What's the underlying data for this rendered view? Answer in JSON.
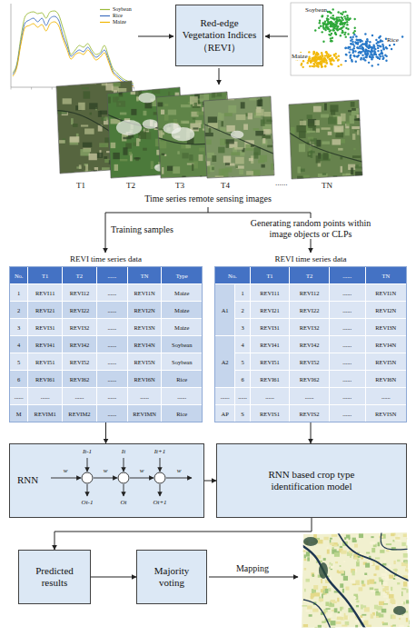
{
  "diagram": {
    "nodes": [
      {
        "text": [
          "Red-edge Vegetation Indices （REVI）"
        ]
      },
      {
        "text": [
          "REVI time series data",
          "No.",
          "T1",
          "T2",
          "......",
          "TN",
          "Type",
          "1",
          "REVI11",
          "REVI12",
          "......",
          "REVI1N",
          "Maize",
          "2",
          "REVI21",
          "REVI22",
          "......",
          "REVI2N",
          "Maize",
          "3",
          "REVI31",
          "REVI32",
          "......",
          "REVI3N",
          "Maize",
          "4",
          "REVI41",
          "REVI42",
          "......",
          "REVI4N",
          "Soybean",
          "5",
          "REVI51",
          "REVI52",
          "......",
          "REVI5N",
          "Soybean",
          "6",
          "REVI61",
          "REVI62",
          "......",
          "REVI6N",
          "Rice",
          "......",
          "......",
          "......",
          "......",
          "......",
          "......",
          "M",
          "REVIM1",
          "REVIM2",
          "......",
          "REVIMN",
          "Rice"
        ]
      },
      {
        "text": [
          "REVI time series data",
          "No.",
          "T1",
          "T2",
          "......",
          "TN",
          "A1",
          "1",
          "REVI11",
          "REVI12",
          "......",
          "REVI1N",
          "2",
          "REVI21",
          "REVI22",
          "......",
          "REVI2N",
          "3",
          "REVI31",
          "REVI32",
          "......",
          "REVI3N",
          "A2",
          "4",
          "REVI41",
          "REVI42",
          "......",
          "REVI4N",
          "5",
          "REVI51",
          "REVI52",
          "......",
          "REVI5N",
          "6",
          "REVI61",
          "REVI62",
          "......",
          "REVI6N",
          "......",
          "......",
          "......",
          "......",
          "......",
          "......",
          "AP",
          "S",
          "REVIS1",
          "REVIS2",
          "......",
          "REVISN"
        ]
      },
      {
        "text": [
          "RNN"
        ]
      },
      {
        "text": [
          "RNN based crop type identification model"
        ]
      },
      {
        "text": [
          "Predicted results"
        ]
      },
      {
        "text": [
          "Majority voting"
        ]
      }
    ],
    "edges": [
      {
        "from": 1,
        "to": 3,
        "arrow": "to"
      },
      {
        "from": 2,
        "to": 4,
        "arrow": "to"
      },
      {
        "from": 3,
        "to": 4,
        "arrow": "to"
      },
      {
        "from": 4,
        "to": 5,
        "arrow": "to"
      },
      {
        "from": 5,
        "to": 6,
        "arrow": "to"
      }
    ],
    "labels": [
      "Soybean",
      "Maize",
      "Rice",
      "T1",
      "T2",
      "T3",
      "T4",
      "......",
      "TN",
      "Time series remote sensing images",
      "Training samples",
      "Generating random points within image objects or CLPs",
      "It-1",
      "It",
      "It+1",
      "Ot-1",
      "Ot",
      "Ot+1",
      "w",
      "w",
      "w",
      "w",
      "Mapping"
    ],
    "legend": [
      {
        "text": "Soybean"
      },
      {
        "text": "Rice"
      },
      {
        "text": "Maize"
      }
    ]
  }
}
